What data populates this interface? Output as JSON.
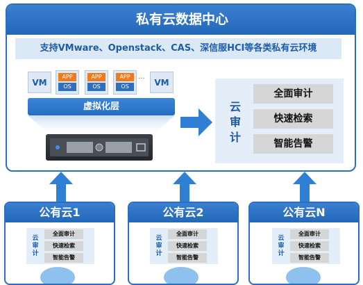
{
  "private_cloud": {
    "title": "私有云数据中心",
    "support_text": "支持VMware、Openstack、CAS、深信服HCI等各类私有云环境",
    "vm_label": "VM",
    "app_label": "APP",
    "os_label": "OS",
    "ellipsis": "···",
    "virtualization_layer": "虚拟化层"
  },
  "audit": {
    "label": [
      "云",
      "审",
      "计"
    ],
    "items": [
      "全面审计",
      "快速检索",
      "智能告警"
    ]
  },
  "public_clouds": [
    {
      "title": "公有云1"
    },
    {
      "title": "公有云2"
    },
    {
      "title": "公有云N"
    }
  ],
  "colors": {
    "primary_blue": "#2a6fbf",
    "app_orange": "#f07b1e",
    "os_blue": "#2e6fc0",
    "panel_light_blue": "#e3eef9",
    "audit_item_gray": "#d6d6d6"
  }
}
